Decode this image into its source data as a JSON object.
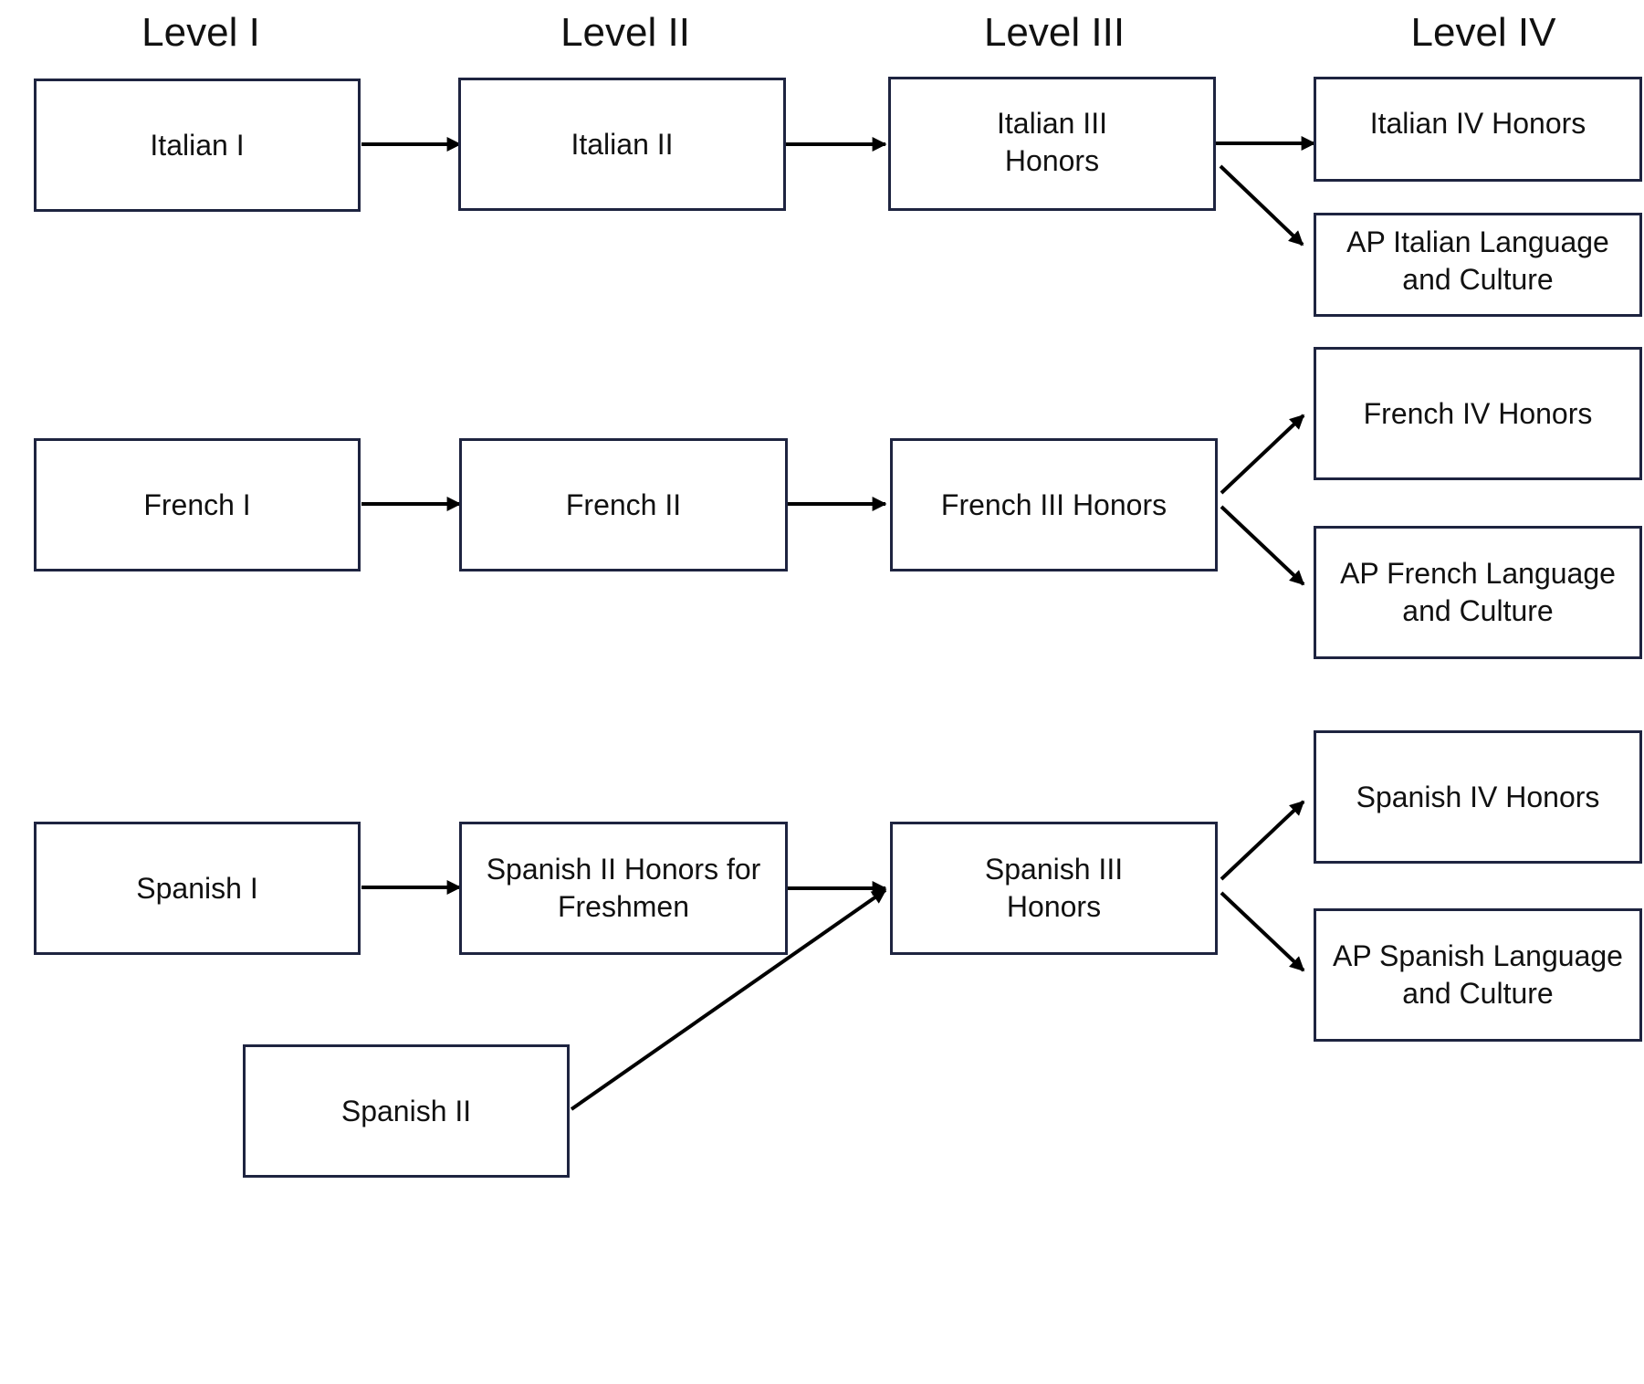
{
  "levels": [
    "Level I",
    "Level II",
    "Level III",
    "Level IV"
  ],
  "courses": {
    "italian_1": "Italian I",
    "italian_2": "Italian II",
    "italian_3": "Italian III Honors",
    "italian_4": "Italian IV Honors",
    "ap_italian": "AP Italian Language and Culture",
    "french_1": "French I",
    "french_2": "French II",
    "french_3": "French III Honors",
    "french_4": "French IV Honors",
    "ap_french": "AP French Language and Culture",
    "spanish_1": "Spanish I",
    "spanish_2_honors": "Spanish II Honors for Freshmen",
    "spanish_2": "Spanish II",
    "spanish_3": "Spanish III Honors",
    "spanish_4": "Spanish IV Honors",
    "ap_spanish": "AP Spanish Language and Culture"
  },
  "colors": {
    "box_border": "#1e2440",
    "arrow": "#000000",
    "text": "#111111"
  }
}
